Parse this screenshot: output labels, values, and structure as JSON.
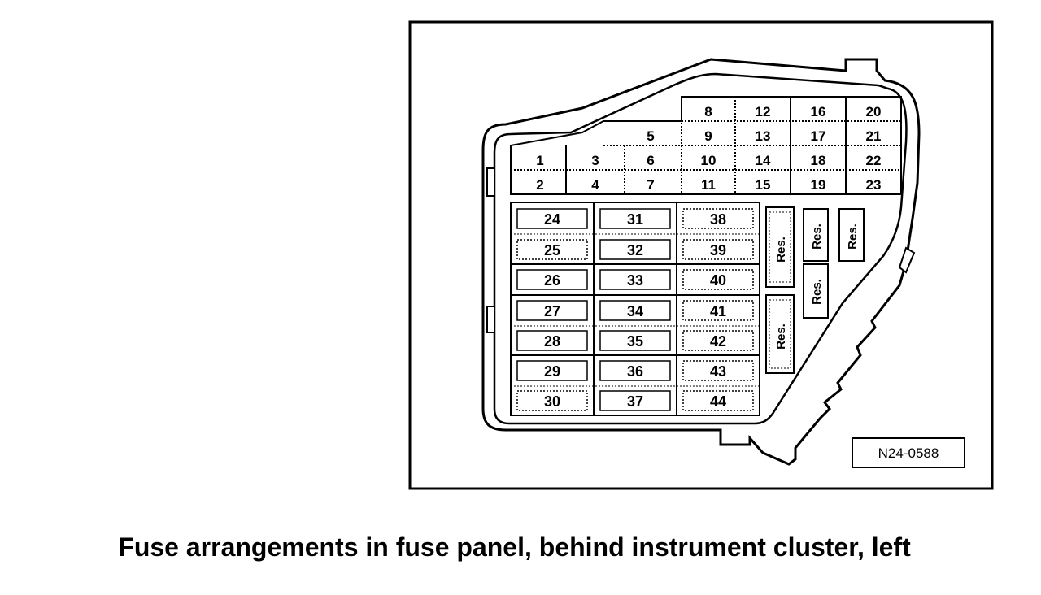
{
  "fuse_panel": {
    "fuse_numbers_top": [
      "1",
      "2",
      "3",
      "4",
      "5",
      "6",
      "7",
      "8",
      "9",
      "10",
      "11",
      "12",
      "13",
      "14",
      "15",
      "16",
      "17",
      "18",
      "19",
      "20",
      "21",
      "22",
      "23"
    ],
    "fuse_numbers_grid": [
      "24",
      "25",
      "26",
      "27",
      "28",
      "29",
      "30",
      "31",
      "32",
      "33",
      "34",
      "35",
      "36",
      "37",
      "38",
      "39",
      "40",
      "41",
      "42",
      "43",
      "44"
    ],
    "reserve_label": "Res.",
    "figure_id": "N24-0588"
  },
  "caption": "Fuse arrangements in fuse panel, behind instrument cluster, left"
}
